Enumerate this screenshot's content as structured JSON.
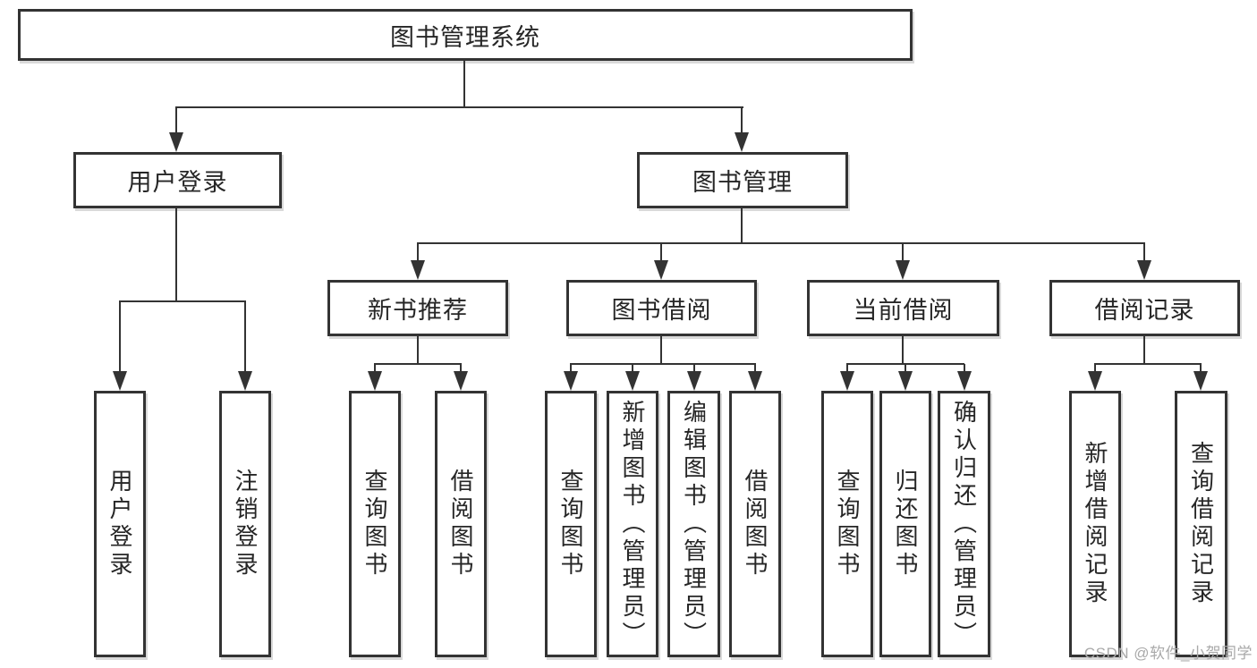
{
  "diagram": {
    "root": {
      "label": "图书管理系统"
    },
    "user_login": {
      "label": "用户登录",
      "children": [
        {
          "label": "用户登录"
        },
        {
          "label": "注销登录"
        }
      ]
    },
    "book_management": {
      "label": "图书管理",
      "sections": [
        {
          "label": "新书推荐",
          "children": [
            {
              "label": "查询图书"
            },
            {
              "label": "借阅图书"
            }
          ]
        },
        {
          "label": "图书借阅",
          "children": [
            {
              "label": "查询图书"
            },
            {
              "label": "新增图书（管理员）"
            },
            {
              "label": "编辑图书（管理员）"
            },
            {
              "label": "借阅图书"
            }
          ]
        },
        {
          "label": "当前借阅",
          "children": [
            {
              "label": "查询图书"
            },
            {
              "label": "归还图书"
            },
            {
              "label": "确认归还（管理员）"
            }
          ]
        },
        {
          "label": "借阅记录",
          "children": [
            {
              "label": "新增借阅记录"
            },
            {
              "label": "查询借阅记录"
            }
          ]
        }
      ]
    }
  },
  "watermark": {
    "text": "CSDN @软件_小贺同学"
  },
  "colors": {
    "line": "#333333",
    "border": "#333333",
    "text": "#262626",
    "background": "#ffffff",
    "watermark": "#a9a9a9"
  }
}
